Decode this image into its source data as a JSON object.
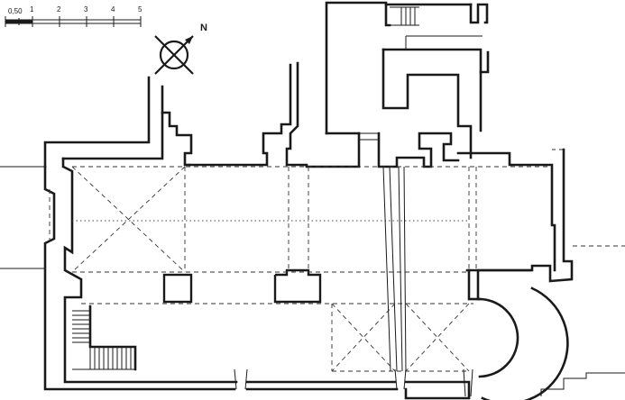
{
  "scale_bar": {
    "labels": [
      "0,50",
      "1",
      "2",
      "3",
      "4",
      "5"
    ]
  },
  "north_arrow": {
    "label": "N"
  },
  "colors": {
    "ink": "#1a1a1a",
    "background": "#ffffff"
  }
}
